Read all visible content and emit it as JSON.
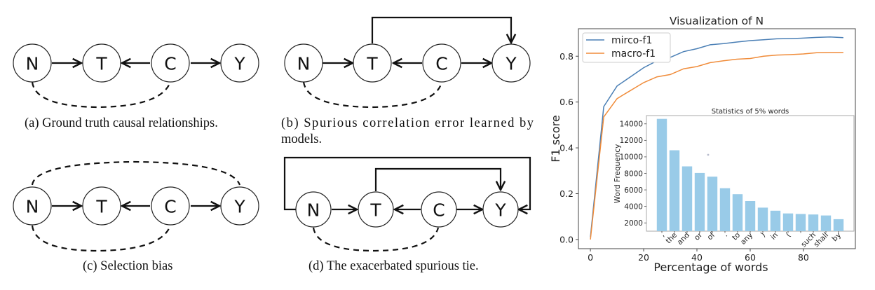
{
  "diagrams": [
    {
      "id": "a",
      "caption": "(a)  Ground truth causal relationships.",
      "nodes": [
        "N",
        "T",
        "C",
        "Y"
      ],
      "edges": [
        {
          "from": "N",
          "to": "T",
          "type": "directed"
        },
        {
          "from": "C",
          "to": "T",
          "type": "directed"
        },
        {
          "from": "C",
          "to": "Y",
          "type": "directed"
        },
        {
          "from": "N",
          "to": "C",
          "type": "dashed-below"
        }
      ]
    },
    {
      "id": "b",
      "caption_line1": "(b)  Spurious  correlation  error  learned  by",
      "caption_line2": "models.",
      "nodes": [
        "N",
        "T",
        "C",
        "Y"
      ],
      "edges": [
        {
          "from": "N",
          "to": "T",
          "type": "directed"
        },
        {
          "from": "C",
          "to": "T",
          "type": "directed"
        },
        {
          "from": "C",
          "to": "Y",
          "type": "directed"
        },
        {
          "from": "T",
          "to": "Y",
          "type": "directed-over-top"
        },
        {
          "from": "N",
          "to": "C",
          "type": "dashed-below"
        }
      ]
    },
    {
      "id": "c",
      "caption": "(c)  Selection bias",
      "nodes": [
        "N",
        "T",
        "C",
        "Y"
      ],
      "edges": [
        {
          "from": "N",
          "to": "T",
          "type": "directed"
        },
        {
          "from": "C",
          "to": "T",
          "type": "directed"
        },
        {
          "from": "C",
          "to": "Y",
          "type": "directed"
        },
        {
          "from": "N",
          "to": "Y",
          "type": "dashed-above"
        },
        {
          "from": "N",
          "to": "C",
          "type": "dashed-below"
        }
      ]
    },
    {
      "id": "d",
      "caption": "(d)  The exacerbated spurious tie.",
      "nodes": [
        "N",
        "T",
        "C",
        "Y"
      ],
      "edges": [
        {
          "from": "N",
          "to": "T",
          "type": "directed"
        },
        {
          "from": "C",
          "to": "T",
          "type": "directed"
        },
        {
          "from": "C",
          "to": "Y",
          "type": "directed"
        },
        {
          "from": "T",
          "to": "Y",
          "type": "directed-over-top"
        },
        {
          "from": "N",
          "to": "Y",
          "type": "directed-around"
        },
        {
          "from": "N",
          "to": "C",
          "type": "dashed-below"
        }
      ]
    }
  ],
  "chart_data": [
    {
      "type": "line",
      "title": "Visualization of N",
      "xlabel": "Percentage of words",
      "ylabel": "F1 score",
      "xlim": [
        -4.5,
        99.5
      ],
      "ylim": [
        -0.04,
        0.92
      ],
      "xticks": [
        0,
        20,
        40,
        60,
        80
      ],
      "yticks": [
        0.0,
        0.2,
        0.4,
        0.6,
        0.8
      ],
      "ytick_labels": [
        "0.0",
        "0.2",
        "0.4",
        "0.6",
        "0.8"
      ],
      "grid": false,
      "legend": "top-left",
      "x": [
        0,
        5,
        10,
        15,
        20,
        25,
        30,
        35,
        40,
        45,
        50,
        55,
        60,
        65,
        70,
        75,
        80,
        85,
        90,
        95
      ],
      "series": [
        {
          "name": "mirco-f1",
          "color": "#4a7fb5",
          "values": [
            0.01,
            0.58,
            0.67,
            0.71,
            0.75,
            0.78,
            0.795,
            0.82,
            0.833,
            0.85,
            0.855,
            0.862,
            0.868,
            0.872,
            0.876,
            0.877,
            0.879,
            0.882,
            0.884,
            0.881
          ]
        },
        {
          "name": "macro-f1",
          "color": "#f08c3a",
          "values": [
            0.0,
            0.535,
            0.615,
            0.65,
            0.685,
            0.71,
            0.72,
            0.745,
            0.755,
            0.772,
            0.78,
            0.787,
            0.79,
            0.8,
            0.805,
            0.807,
            0.81,
            0.815,
            0.816,
            0.816
          ]
        }
      ]
    },
    {
      "type": "bar",
      "title": "Statistics of 5% words",
      "xlabel": "",
      "ylabel": "Word Frequency",
      "ylim": [
        1000,
        15000
      ],
      "yticks": [
        2000,
        4000,
        6000,
        8000,
        10000,
        12000,
        14000
      ],
      "categories": [
        ",",
        "the",
        "and",
        "or",
        "of",
        ".",
        "to",
        "any",
        ")",
        "in",
        "(",
        "",
        "such",
        "shall",
        "by"
      ],
      "values": [
        14600,
        10800,
        8850,
        8050,
        7600,
        6200,
        5480,
        4650,
        3850,
        3480,
        3150,
        3080,
        3020,
        2900,
        2450
      ],
      "color": "#99cbe8",
      "legend": "none"
    }
  ]
}
